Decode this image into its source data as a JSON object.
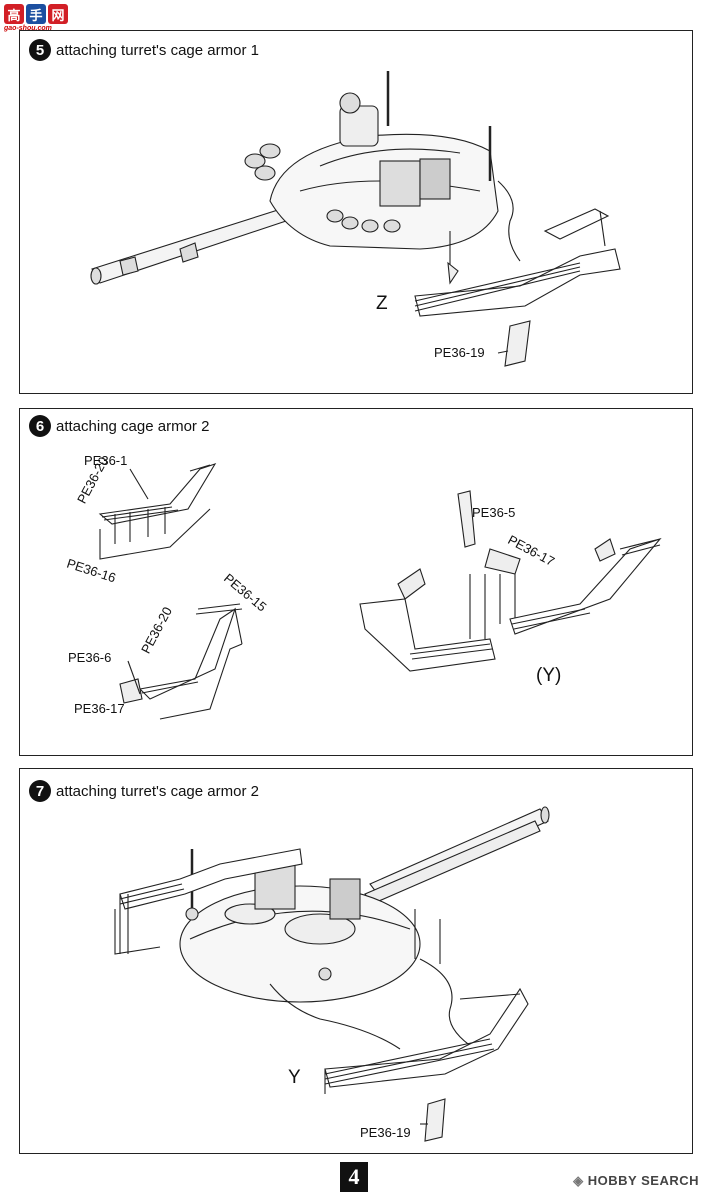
{
  "logo": {
    "glyphs": [
      "高",
      "手",
      "网"
    ],
    "subtitle": "gao-shou.com",
    "colors": [
      "#d21f26",
      "#1c4fa0",
      "#d21f26"
    ]
  },
  "steps": [
    {
      "number": "5",
      "title": "attaching turret's cage armor 1",
      "labels": {
        "z": "Z",
        "pe1": "PE36-19"
      }
    },
    {
      "number": "6",
      "title": "attaching cage armor 2",
      "labels": {
        "pe1": "PE36-1",
        "pe20a": "PE36-20",
        "pe16": "PE36-16",
        "pe15": "PE36-15",
        "pe20b": "PE36-20",
        "pe6": "PE36-6",
        "pe17a": "PE36-17",
        "pe5": "PE36-5",
        "pe17b": "PE36-17",
        "y": "(Y)"
      }
    },
    {
      "number": "7",
      "title": "attaching turret's cage armor 2",
      "labels": {
        "y": "Y",
        "pe1": "PE36-19"
      }
    }
  ],
  "page_number": "4",
  "watermark": {
    "brand": "HOBBY SEARCH",
    "icon": "hobbysearch-logo-icon"
  }
}
